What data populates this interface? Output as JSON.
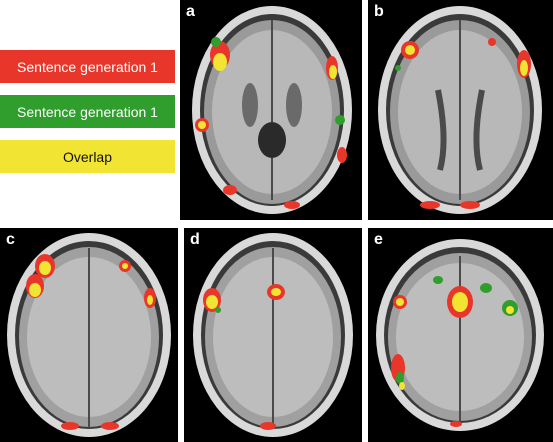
{
  "legend": {
    "red_label": "Sentence generation 1",
    "green_label": "Sentence generation 1",
    "yellow_label": "Overlap"
  },
  "panels": {
    "a": "a",
    "b": "b",
    "c": "c",
    "d": "d",
    "e": "e"
  },
  "colors": {
    "red": "#e8372a",
    "green": "#2f9e2c",
    "yellow": "#f2e432"
  }
}
